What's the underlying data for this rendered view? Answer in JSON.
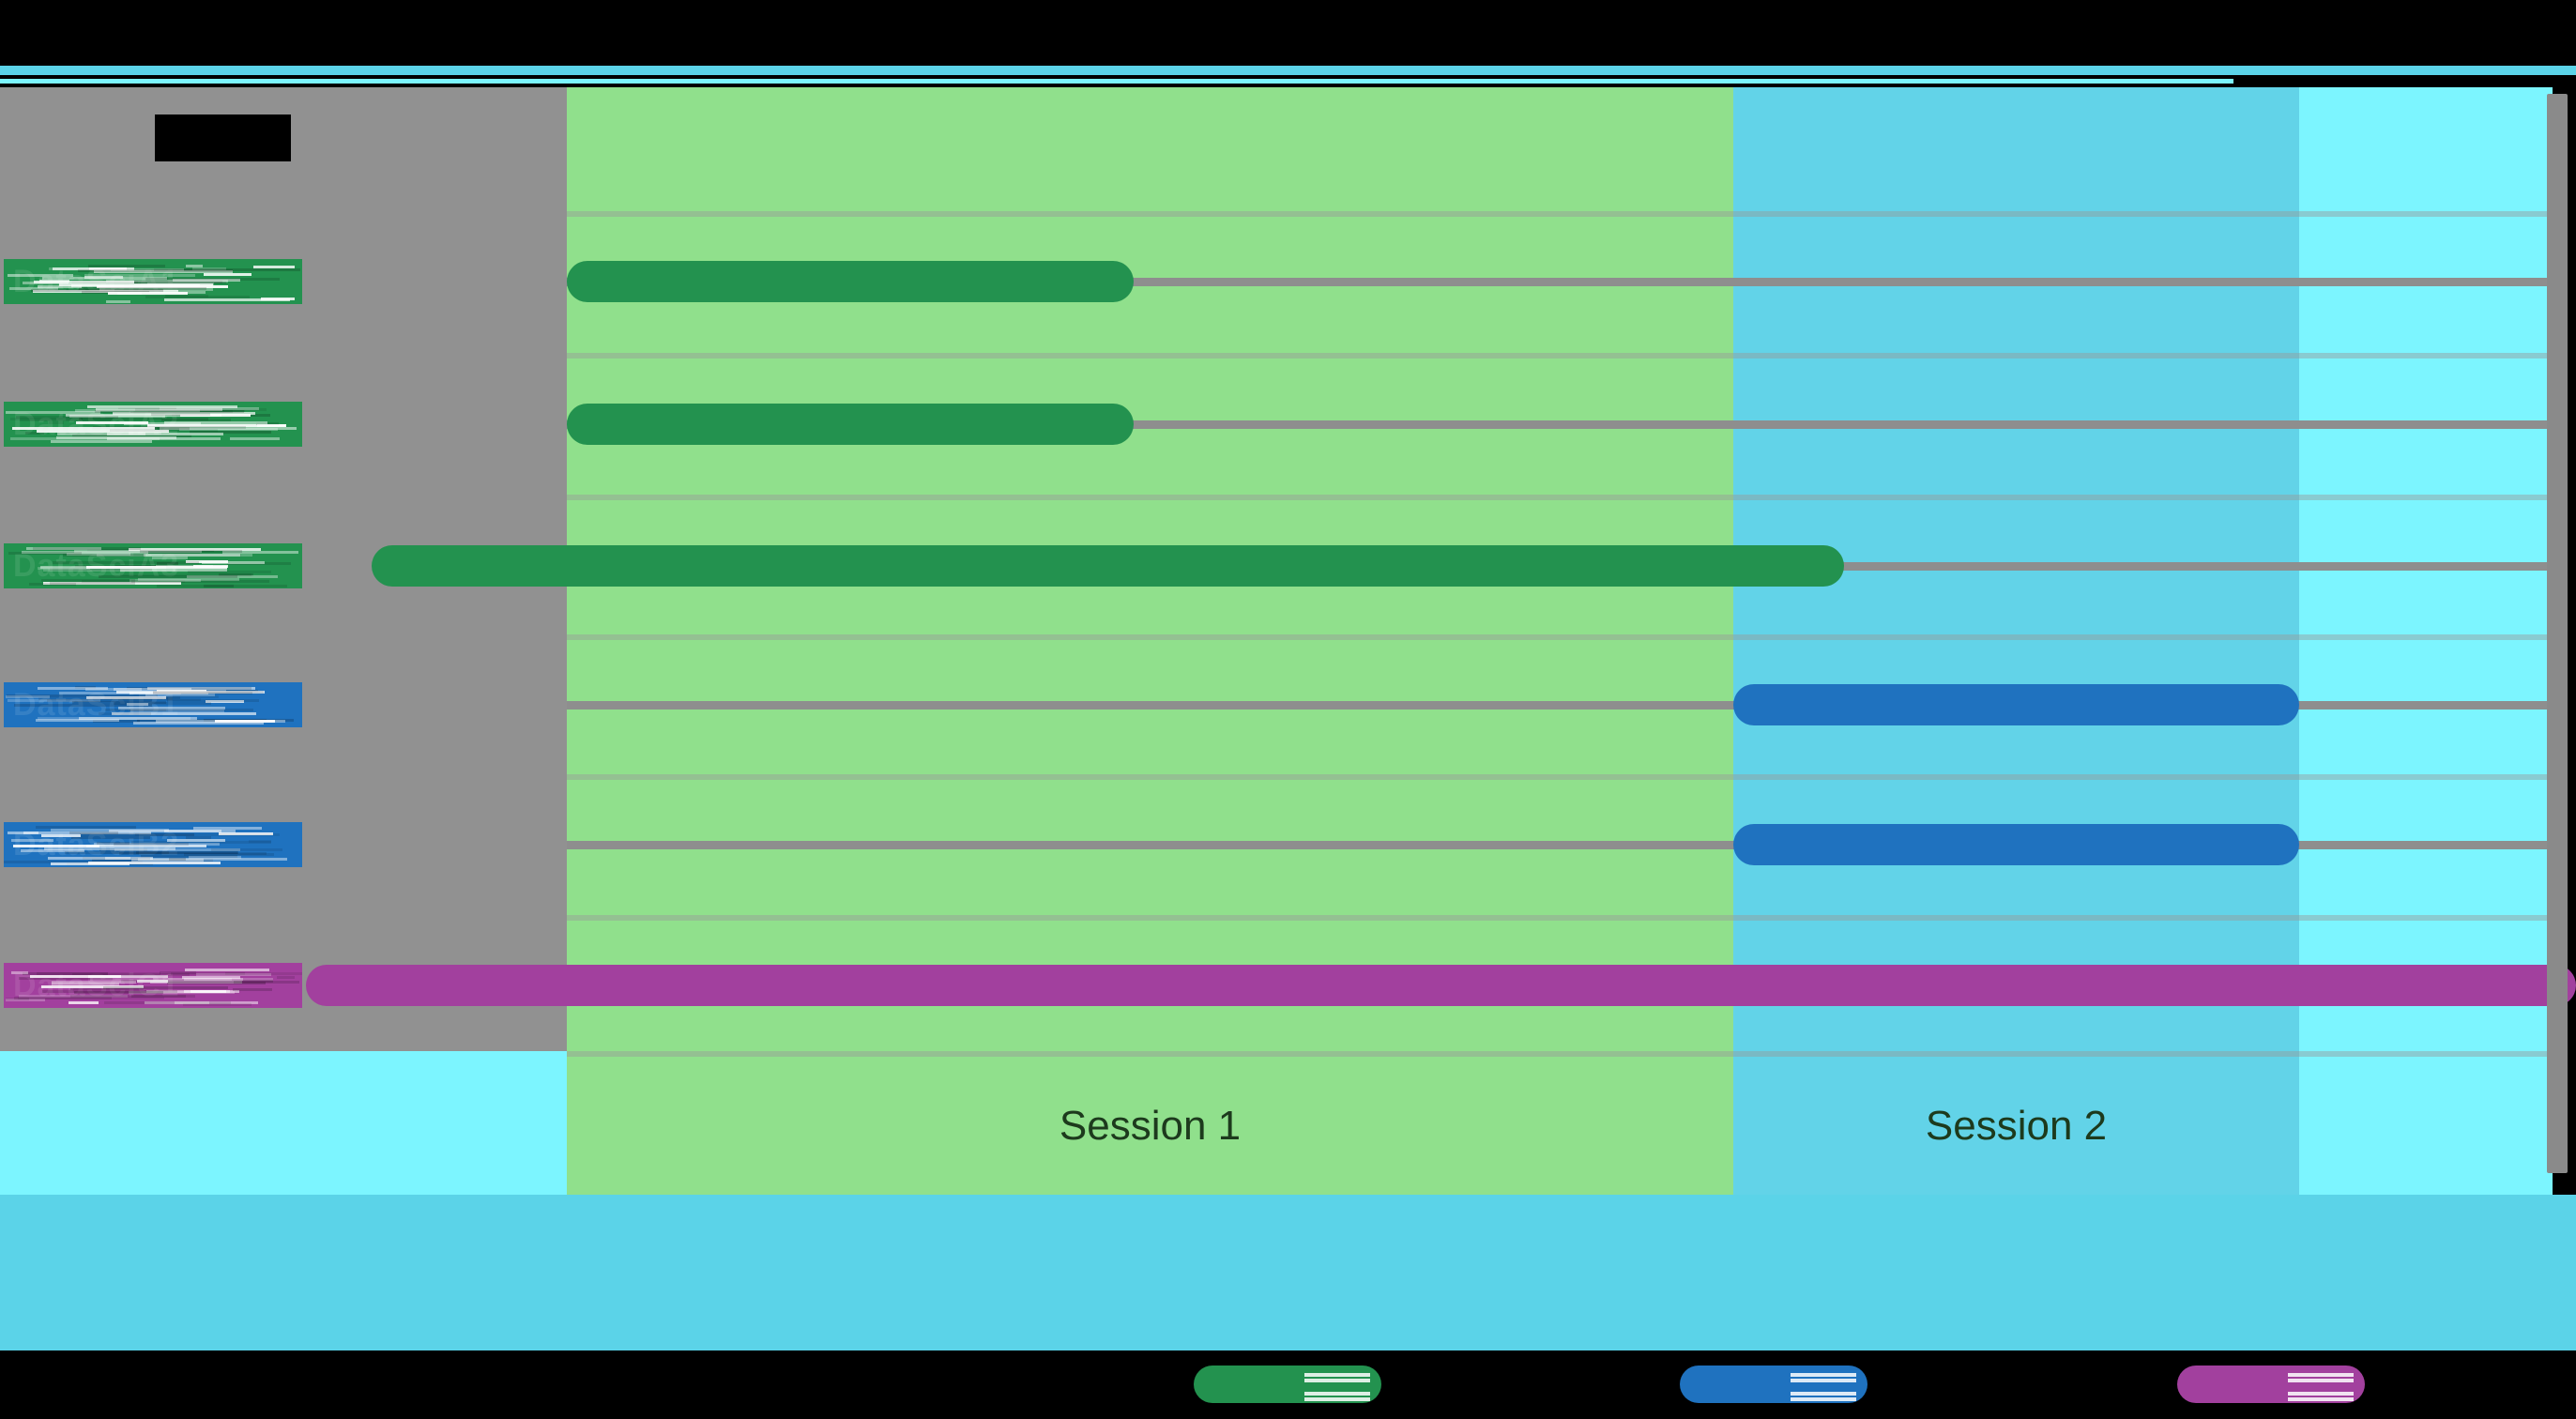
{
  "page": {
    "title_redacted": true,
    "background": "#000000",
    "panel_color": "#919191"
  },
  "chart_data": {
    "type": "bar",
    "subtype": "gantt-timeline",
    "title": "",
    "xlabel": "",
    "ylabel": "",
    "grid": true,
    "legend_position": "bottom",
    "categories": [
      "DataSciA1",
      "DataSciA2",
      "DataSciA3",
      "DataSciB1",
      "DataSciB2",
      "DataSciC1"
    ],
    "bands": [
      {
        "label": "Session 1",
        "x_start": 604,
        "x_end": 1847,
        "color": "#90E08C"
      },
      {
        "label": "Session 2",
        "x_start": 1847,
        "x_end": 2450,
        "color": "#62D3E8"
      },
      {
        "label": "",
        "x_start": 2450,
        "x_end": 2720,
        "color": "#7CF5FF"
      }
    ],
    "series": [
      {
        "name": "DataSciA1",
        "group": "A",
        "color": "#23924F",
        "row": 0,
        "bar_start": 604,
        "bar_end": 1208,
        "session": "Session 1"
      },
      {
        "name": "DataSciA2",
        "group": "A",
        "color": "#23924F",
        "row": 1,
        "bar_start": 604,
        "bar_end": 1208,
        "session": "Session 1"
      },
      {
        "name": "DataSciA3",
        "group": "A",
        "color": "#23924F",
        "row": 2,
        "bar_start": 396,
        "bar_end": 1965,
        "session": "Session 1"
      },
      {
        "name": "DataSciB1",
        "group": "B",
        "color": "#1F72BF",
        "row": 3,
        "bar_start": 1847,
        "bar_end": 2450,
        "session": "Session 2"
      },
      {
        "name": "DataSciB2",
        "group": "B",
        "color": "#1F72BF",
        "row": 4,
        "bar_start": 1847,
        "bar_end": 2450,
        "session": "Session 2"
      },
      {
        "name": "DataSciC1",
        "group": "C",
        "color": "#A2409E",
        "row": 5,
        "bar_start": 326,
        "bar_end": 2745,
        "session": "all"
      }
    ]
  },
  "legend": {
    "items": [
      {
        "label": "",
        "color": "#23924F",
        "name": "group-a-swatch"
      },
      {
        "label": "",
        "color": "#1F72BF",
        "name": "group-b-swatch"
      },
      {
        "label": "",
        "color": "#A2409E",
        "name": "group-c-swatch"
      }
    ]
  },
  "colors": {
    "black": "#000000",
    "panel_gray": "#919191",
    "grid_gray": "#8E8E8E",
    "session1": "#90E08C",
    "session2": "#62D3E8",
    "session3": "#7CF5FF",
    "cyan_rule": "#5BD3E8",
    "green_bar": "#23924F",
    "blue_bar": "#1F72BF",
    "magenta_bar": "#A2409E",
    "caption_text": "#1d3a1d"
  }
}
